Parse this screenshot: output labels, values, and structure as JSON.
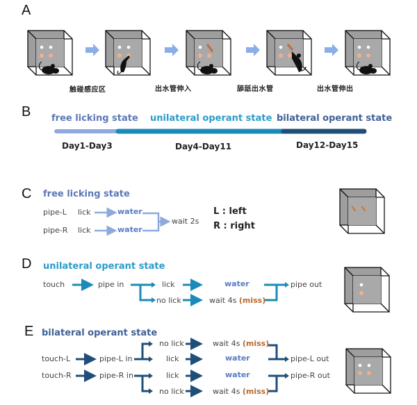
{
  "colors": {
    "free": "#8FA9DC",
    "unilateral": "#1A8BB8",
    "bilateral": "#1F4E79",
    "title_free": "#5B77B6",
    "title_unilateral": "#2A9CC9",
    "title_bilateral": "#3E5F95",
    "water": "#5A7CC4",
    "miss": "#B86B2E",
    "arrowA": "#8CAEE6",
    "box_gray": "#9E9E9E",
    "dot_white": "#ffffff",
    "dot_orange": "#F0B08C"
  },
  "panelA": {
    "letter": "A",
    "captions": [
      "触碰感应区",
      "出水管伸入",
      "舔舐出水管",
      "出水管伸出"
    ]
  },
  "panelB": {
    "letter": "B",
    "states": [
      {
        "label": "free licking state",
        "days": "Day1-Day3"
      },
      {
        "label": "unilateral operant state",
        "days": "Day4-Day11"
      },
      {
        "label": "bilateral operant state",
        "days": "Day12-Day15"
      }
    ]
  },
  "panelC": {
    "letter": "C",
    "title": "free licking state",
    "rows": [
      {
        "pipe": "pipe-L",
        "action": "lick",
        "result": "water"
      },
      {
        "pipe": "pipe-R",
        "action": "lick",
        "result": "water"
      }
    ],
    "merge": "wait 2s",
    "legend": [
      "L : left",
      "R : right"
    ]
  },
  "panelD": {
    "letter": "D",
    "title": "unilateral operant state",
    "touch": "touch",
    "pipe_in": "pipe in",
    "lick": "lick",
    "no_lick": "no lick",
    "water": "water",
    "wait": "wait 4s",
    "miss": "(miss)",
    "pipe_out": "pipe out"
  },
  "panelE": {
    "letter": "E",
    "title": "bilateral operant state",
    "left": {
      "touch": "touch-L",
      "pipe_in": "pipe-L in",
      "no_lick": "no lick",
      "lick": "lick",
      "wait": "wait 4s",
      "miss": "(miss)",
      "water": "water",
      "pipe_out": "pipe-L out"
    },
    "right": {
      "touch": "touch-R",
      "pipe_in": "pipe-R in",
      "lick": "lick",
      "no_lick": "no lick",
      "water": "water",
      "wait": "wait 4s",
      "miss": "(miss)",
      "pipe_out": "pipe-R out"
    }
  }
}
